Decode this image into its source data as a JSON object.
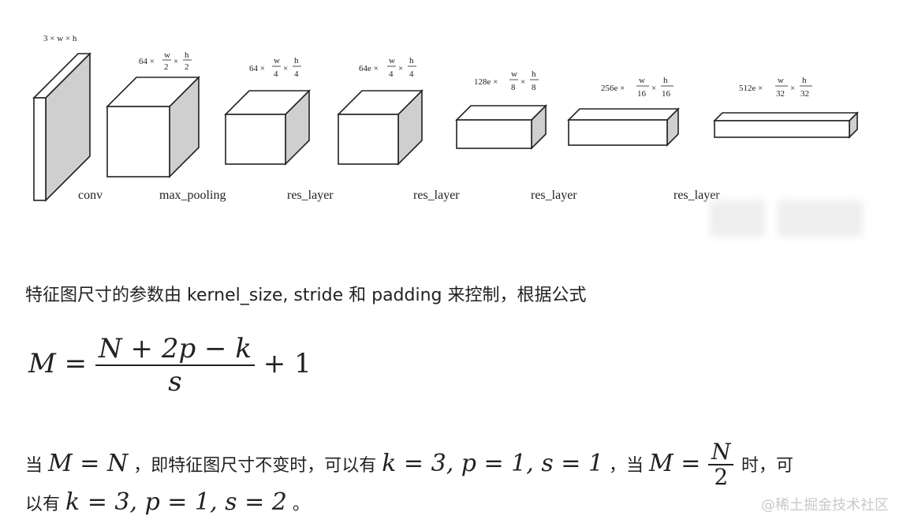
{
  "diagram": {
    "dim_labels": {
      "conv": "3 × w × h",
      "pool_prefix": "64 ×",
      "res1_prefix": "64 ×",
      "res2_prefix": "64e ×",
      "res3_prefix": "128e ×",
      "res4_prefix": "256e ×",
      "res5_prefix": "512e ×",
      "times": "×",
      "w": "w",
      "h": "h",
      "d2": "2",
      "d4": "4",
      "d8": "8",
      "d16": "16",
      "d32": "32"
    },
    "layer_labels": [
      "conv",
      "max_pooling",
      "res_layer",
      "res_layer",
      "res_layer",
      "res_layer"
    ]
  },
  "text": {
    "para1": "特征图尺寸的参数由 kernel_size, stride 和 padding 来控制，根据公式",
    "formula": {
      "lhs": "M",
      "eq": "=",
      "num_N": "N",
      "num_plus": "+",
      "num_2p": "2p",
      "num_minus": "−",
      "num_k": "k",
      "den": "s",
      "tail": "+ 1"
    },
    "line1": {
      "t1": "当",
      "m1": "M = N",
      "t2": "，即特征图尺寸不变时，可以有",
      "m2": "k = 3, p = 1, s = 1",
      "t3": "，当",
      "m3_lhs": "M =",
      "m3_num": "N",
      "m3_den": "2",
      "t4": "时，可"
    },
    "line2": {
      "t1": "以有",
      "m1": "k = 3, p = 1, s = 2",
      "t2": "。"
    }
  },
  "watermark": "@稀土掘金技术社区"
}
